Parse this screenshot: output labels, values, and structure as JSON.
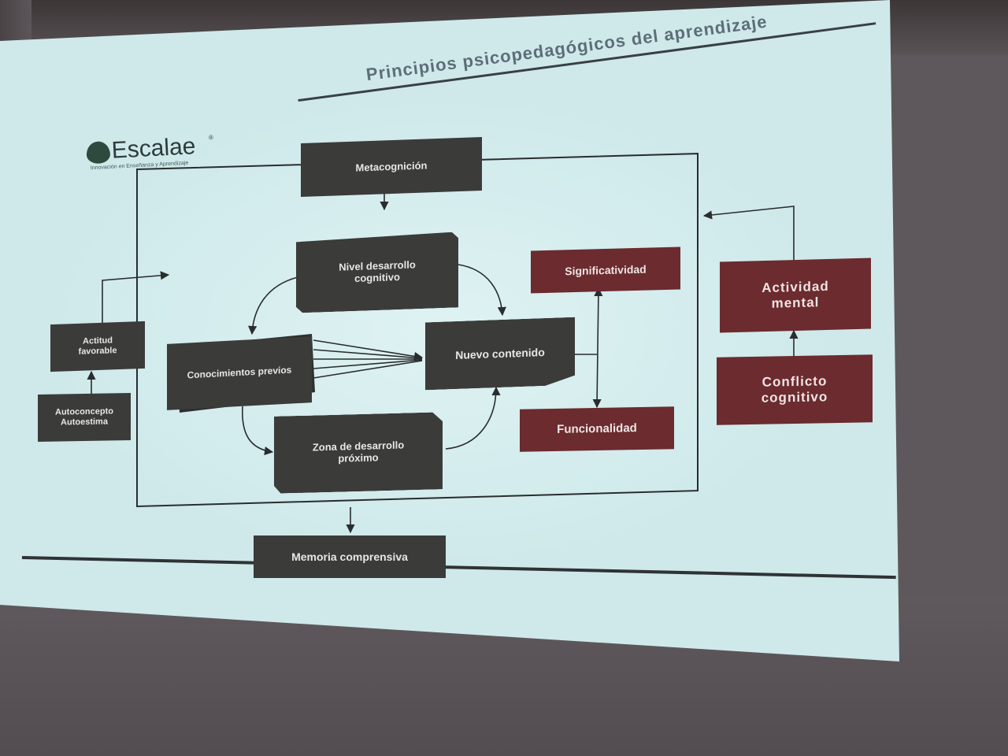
{
  "slide": {
    "title": "Principios psicopedagógicos del aprendizaje",
    "logo": {
      "name": "Escalae",
      "registered": "®",
      "tagline": "Innovación en Enseñanza y Aprendizaje"
    }
  },
  "nodes": {
    "metacognicion": "Metacognición",
    "nivel_desarrollo": "Nivel desarrollo cognitivo",
    "conocimientos_previos": "Conocimientos previos",
    "nuevo_contenido": "Nuevo contenido",
    "zona_desarrollo": "Zona de desarrollo próximo",
    "significatividad": "Significatividad",
    "funcionalidad": "Funcionalidad",
    "actitud_favorable": "Actitud favorable",
    "autoconcepto": "Autoconcepto Autoestima",
    "actividad_mental": "Actividad mental",
    "conflicto_cognitivo": "Conflicto cognitivo",
    "memoria_comprensiva": "Memoria comprensiva"
  },
  "colors": {
    "slide_background": "#cfe9ea",
    "dark_box": "#3b3b3a",
    "red_box": "#6b2b2f",
    "line": "#2a2c2e"
  }
}
